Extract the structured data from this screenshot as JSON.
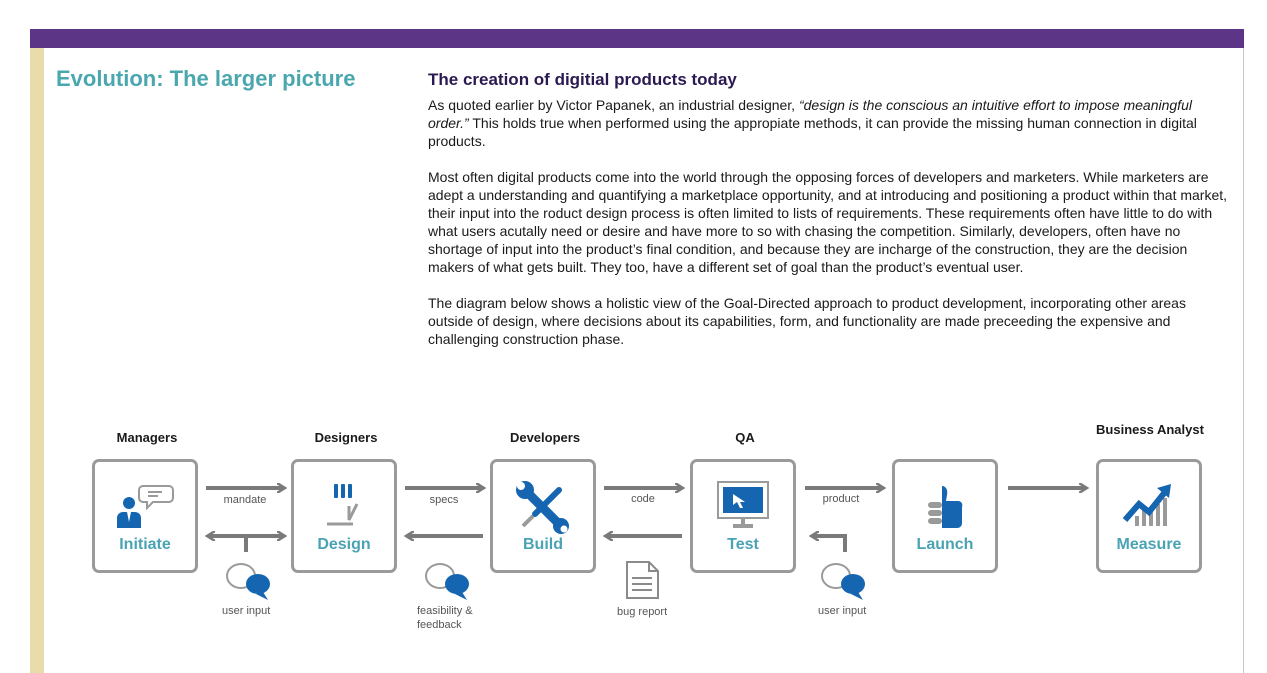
{
  "section_title": "Evolution: The larger picture",
  "article": {
    "heading": "The creation of digitial products today",
    "para1_intro": "As quoted earlier by Victor Papanek, an industrial designer, ",
    "para1_quote": "“design is the conscious an intuitive effort to impose meaningful order.”",
    "para1_rest": " This holds true when performed using the appropiate methods, it can provide the missing human connection in digital products.",
    "para2": "Most often digital products come into the world through the opposing forces of developers and marketers. While marketers are adept a understanding and quantifying a marketplace opportunity, and at introducing and positioning a product within that market, their input into the roduct design process is often limited to lists of requirements. These requirements often have little to do with what users acutally need or desire and have more to so with chasing the competition. Similarly, developers, often have no shortage of input into the product’s final condition, and because they are incharge of the construction, they are the decision makers of what gets built. They too, have a different set of goal than the product’s eventual user.",
    "para3": "The diagram below shows a holistic view of the Goal-Directed approach to product development, incorporating other areas outside of design, where decisions about its capabilities, form, and functionality are made preceeding the expensive and challenging construction phase."
  },
  "diagram": {
    "roles": [
      "Managers",
      "Designers",
      "Developers",
      "QA",
      "Business Analyst"
    ],
    "stages": [
      "Initiate",
      "Design",
      "Build",
      "Test",
      "Launch",
      "Measure"
    ],
    "forward_labels": [
      "mandate",
      "specs",
      "code",
      "product"
    ],
    "feedback_labels": [
      "user input",
      "feasibility & feedback",
      "bug report",
      "user input"
    ]
  },
  "colors": {
    "top_bar": "#5c3586",
    "side_strip": "#e8dcaa",
    "title_teal": "#4aa7ae",
    "icon_blue": "#1565b0",
    "arrow_gray": "#7a7a7a"
  }
}
